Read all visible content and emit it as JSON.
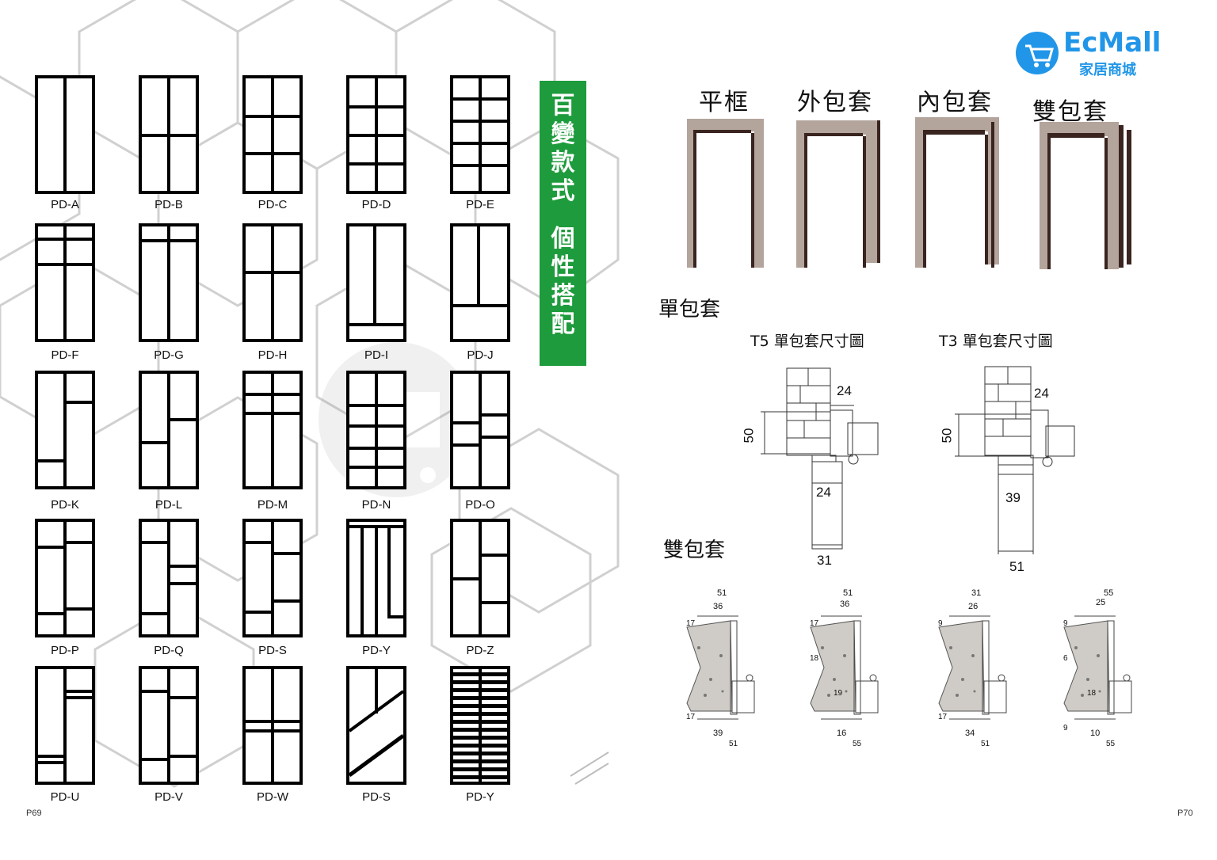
{
  "doors": [
    {
      "code": "PD-A"
    },
    {
      "code": "PD-B"
    },
    {
      "code": "PD-C"
    },
    {
      "code": "PD-D"
    },
    {
      "code": "PD-E"
    },
    {
      "code": "PD-F"
    },
    {
      "code": "PD-G"
    },
    {
      "code": "PD-H"
    },
    {
      "code": "PD-I"
    },
    {
      "code": "PD-J"
    },
    {
      "code": "PD-K"
    },
    {
      "code": "PD-L"
    },
    {
      "code": "PD-M"
    },
    {
      "code": "PD-N"
    },
    {
      "code": "PD-O"
    },
    {
      "code": "PD-P"
    },
    {
      "code": "PD-Q"
    },
    {
      "code": "PD-S"
    },
    {
      "code": "PD-Y"
    },
    {
      "code": "PD-Z"
    },
    {
      "code": "PD-U"
    },
    {
      "code": "PD-V"
    },
    {
      "code": "PD-W"
    },
    {
      "code": "PD-S"
    },
    {
      "code": "PD-Y"
    }
  ],
  "banner": {
    "chars": [
      "百",
      "變",
      "款",
      "式",
      "",
      "個",
      "性",
      "搭",
      "配"
    ]
  },
  "pages": {
    "left": "P69",
    "right": "P70"
  },
  "logo": {
    "name": "EcMall",
    "subtitle": "家居商城",
    "icon": "shopping-cart-icon"
  },
  "frame_types": [
    "平框",
    "外包套",
    "內包套",
    "雙包套"
  ],
  "single_section": {
    "title": "單包套",
    "t5": {
      "title": "T5 單包套尺寸圖",
      "dims": [
        "24",
        "50",
        "24",
        "31"
      ]
    },
    "t3": {
      "title": "T3 單包套尺寸圖",
      "dims": [
        "24",
        "50",
        "39",
        "51"
      ]
    }
  },
  "double_section": {
    "title": "雙包套",
    "diagrams": [
      {
        "top": [
          "51",
          "36"
        ],
        "side": [
          "17",
          "17"
        ],
        "bottom": [
          "39",
          "51"
        ]
      },
      {
        "top": [
          "51",
          "36"
        ],
        "side": [
          "17",
          "18",
          "19"
        ],
        "bottom": [
          "16",
          "55"
        ]
      },
      {
        "top": [
          "31",
          "26"
        ],
        "side": [
          "9",
          "17"
        ],
        "bottom": [
          "34",
          "51"
        ]
      },
      {
        "top": [
          "55",
          "25"
        ],
        "side": [
          "9",
          "6",
          "18",
          "9"
        ],
        "bottom": [
          "10",
          "55"
        ]
      }
    ]
  },
  "colors": {
    "banner": "#1e9b3c",
    "logo": "#2196e8",
    "frame": "#b3a49c",
    "frame_dark": "#3a2420",
    "concrete": "#cfcbc6"
  }
}
